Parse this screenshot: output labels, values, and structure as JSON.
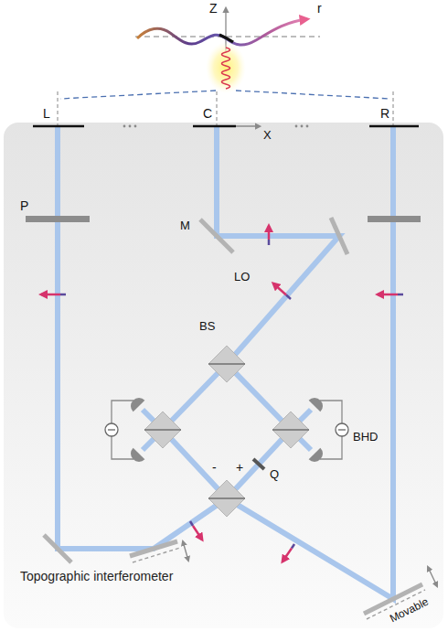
{
  "diagram": {
    "nodes": [
      {
        "text": [
          "Topographic interferometer"
        ]
      }
    ],
    "labels": [
      "Z",
      "r",
      "L",
      "C",
      "X",
      "R",
      "P",
      "M",
      "LO",
      "BS",
      "BHD",
      "Q",
      "-",
      "+",
      "Movable"
    ]
  }
}
